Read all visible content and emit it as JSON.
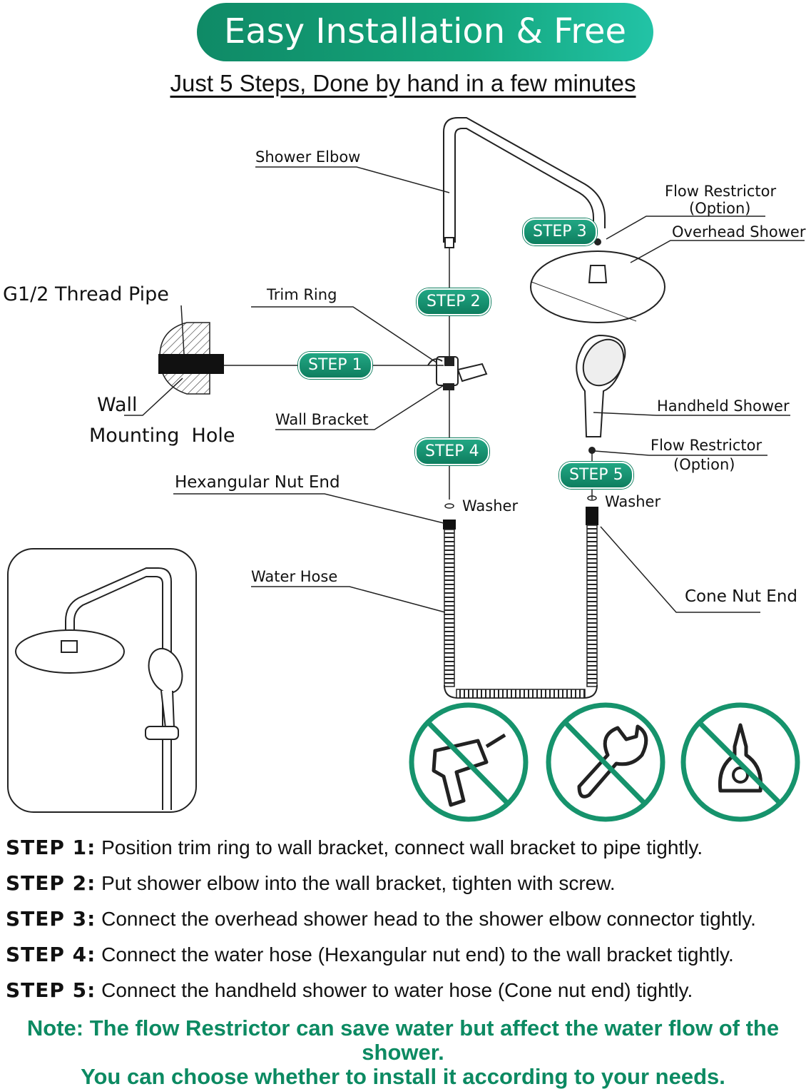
{
  "header": {
    "title": "Easy Installation & Free Tools",
    "subtitle": "Just 5 Steps, Done by hand in a few minutes"
  },
  "labels": {
    "shower_elbow": "Shower Elbow",
    "flow_restrictor_top": "Flow Restrictor",
    "option_top": "(Option)",
    "overhead_shower": "Overhead Shower",
    "thread_pipe": "G1/2 Thread Pipe",
    "trim_ring": "Trim Ring",
    "wall": "Wall",
    "mounting_hole": "Mounting  Hole",
    "wall_bracket": "Wall Bracket",
    "handheld_shower": "Handheld Shower",
    "flow_restrictor_bottom": "Flow Restrictor",
    "option_bottom": "(Option)",
    "hexangular_nut_end": "Hexangular Nut End",
    "washer_left": "Washer",
    "washer_right": "Washer",
    "water_hose": "Water Hose",
    "cone_nut_end": "Cone Nut End"
  },
  "step_pills": [
    "STEP 1",
    "STEP 2",
    "STEP 3",
    "STEP 4",
    "STEP 5"
  ],
  "tools_not_needed": [
    "drill-icon",
    "wrench-icon",
    "glue-icon"
  ],
  "steps": [
    {
      "key": "STEP 1:",
      "text": "Position trim ring to wall bracket, connect wall bracket to pipe tightly."
    },
    {
      "key": "STEP 2:",
      "text": "Put shower elbow into the wall bracket, tighten with screw."
    },
    {
      "key": "STEP 3:",
      "text": "Connect the overhead shower head to the shower elbow connector tightly."
    },
    {
      "key": "STEP 4:",
      "text": "Connect the water hose (Hexangular nut end) to the wall bracket tightly."
    },
    {
      "key": "STEP 5:",
      "text": "Connect the handheld shower to water hose (Cone nut end) tightly."
    }
  ],
  "note": {
    "line1": "Note: The flow Restrictor can save water but affect the water flow of the shower.",
    "line2": "You can choose whether to install it according to your needs."
  },
  "colors": {
    "accent": "#0e7e5f",
    "note": "#0c8a62",
    "line": "#111111"
  }
}
